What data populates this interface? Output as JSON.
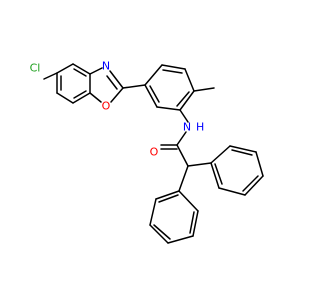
{
  "molecule": {
    "atoms": [
      {
        "label": "Cl",
        "color": "#1fa01f"
      },
      {
        "label": "N",
        "color": "#0000ff"
      },
      {
        "label": "O",
        "color": "#ff0000"
      },
      {
        "label": "N",
        "color": "#0000ff"
      },
      {
        "label": "H",
        "color": "#0000ff"
      },
      {
        "label": "O",
        "color": "#ff0000"
      }
    ]
  }
}
